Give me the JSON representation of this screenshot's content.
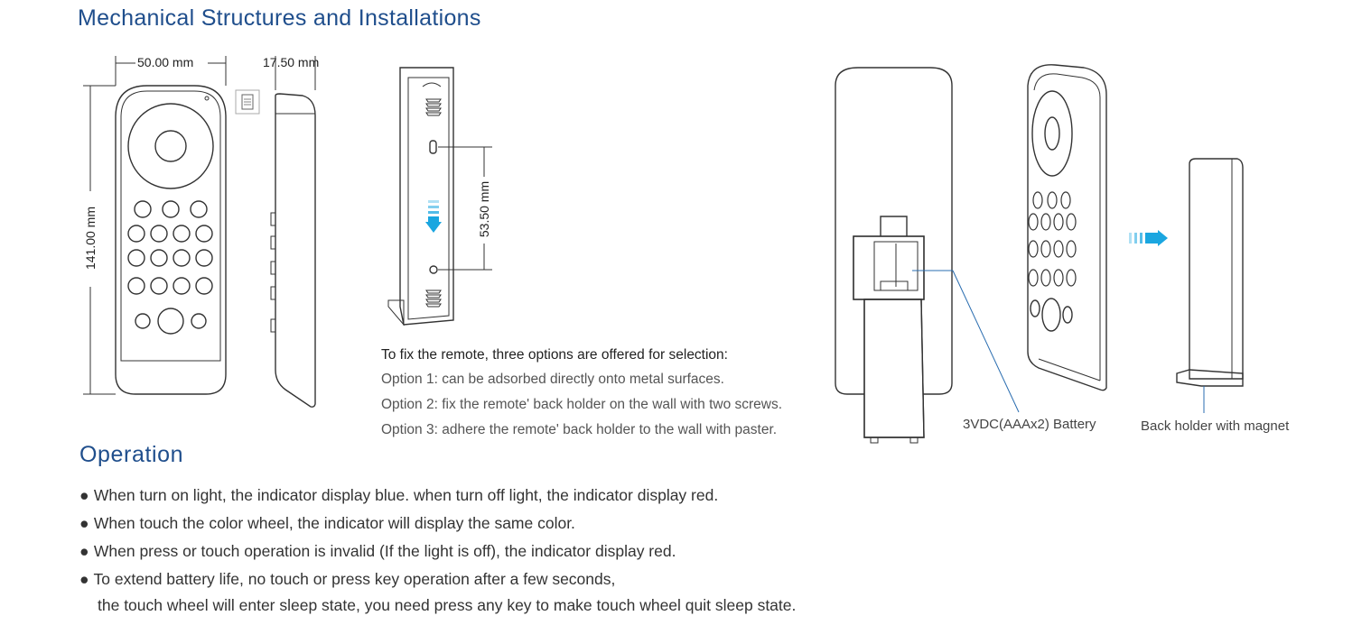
{
  "sections": {
    "mechanical_title": "Mechanical Structures and Installations",
    "operation_title": "Operation"
  },
  "dimensions": {
    "width": "50.00 mm",
    "thickness": "17.50 mm",
    "height": "141.00 mm",
    "screw_spacing": "53.50 mm"
  },
  "fixing": {
    "heading": "To fix the remote, three options are offered for selection:",
    "options": [
      "Option 1: can be adsorbed directly onto metal surfaces.",
      "Option 2: fix the remote' back holder on the wall with two screws.",
      "Option 3: adhere the remote' back holder to the wall with paster."
    ]
  },
  "captions": {
    "battery": "3VDC(AAAx2) Battery",
    "holder": "Back holder with magnet"
  },
  "operation": {
    "bullet": "●",
    "items": [
      "When turn on light, the indicator display blue. when turn off light, the indicator display red.",
      "When touch the color wheel, the indicator will display the same color.",
      "When press or touch operation is invalid (If the light is off), the indicator display red.",
      "To extend battery life, no touch or press key operation after a few seconds,"
    ],
    "continuation": "the touch wheel will enter sleep state, you need press any key to make touch wheel quit sleep state."
  },
  "colors": {
    "heading": "#1f4e8c",
    "line": "#333333",
    "arrow": "#1aa6e0",
    "leader": "#2a6db0"
  },
  "icons": [
    "phone-icon"
  ]
}
